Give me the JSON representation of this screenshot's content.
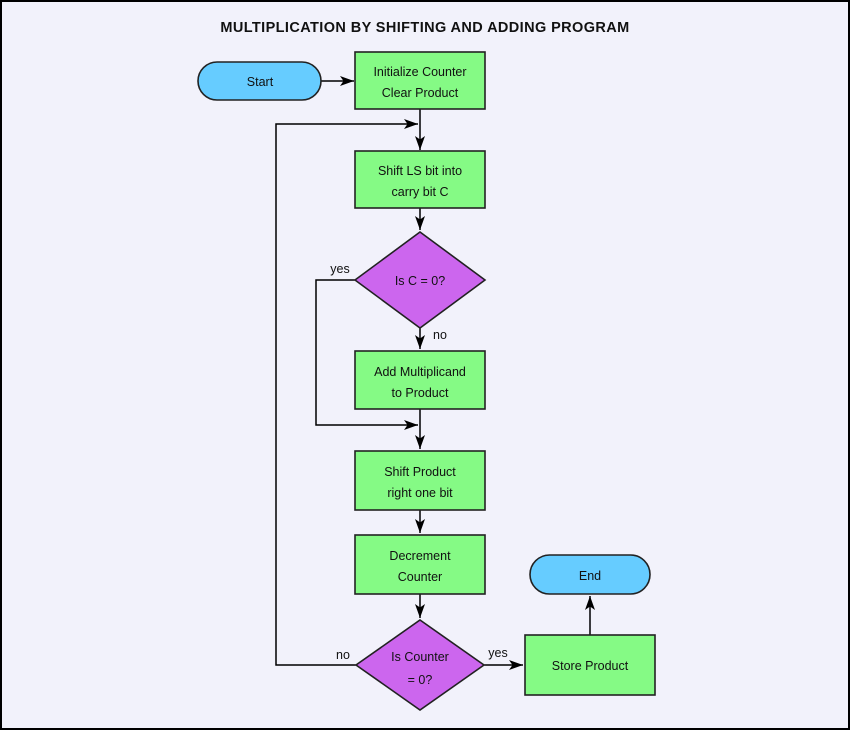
{
  "title": "MULTIPLICATION BY SHIFTING AND ADDING PROGRAM",
  "colors": {
    "background": "#F2F2FB",
    "border": "#000000",
    "process_fill": "#85FA85",
    "terminator_fill": "#66CCFF",
    "decision_fill": "#CC66EE",
    "line": "#000000"
  },
  "nodes": {
    "start": {
      "type": "terminator",
      "label": "Start"
    },
    "init": {
      "type": "process",
      "lines": [
        "Initialize Counter",
        "Clear Product"
      ]
    },
    "shift_ls": {
      "type": "process",
      "lines": [
        "Shift LS bit into",
        "carry bit C"
      ]
    },
    "is_c_zero": {
      "type": "decision",
      "label": "Is C = 0?"
    },
    "add_multiplicand": {
      "type": "process",
      "lines": [
        "Add Multiplicand",
        "to Product"
      ]
    },
    "shift_product": {
      "type": "process",
      "lines": [
        "Shift Product",
        "right one bit"
      ]
    },
    "decrement": {
      "type": "process",
      "lines": [
        "Decrement",
        "Counter"
      ]
    },
    "is_counter_zero": {
      "type": "decision",
      "lines": [
        "Is Counter",
        "= 0?"
      ]
    },
    "store_product": {
      "type": "process",
      "label": "Store Product"
    },
    "end": {
      "type": "terminator",
      "label": "End"
    }
  },
  "edge_labels": {
    "c_zero_yes": "yes",
    "c_zero_no": "no",
    "counter_zero_no": "no",
    "counter_zero_yes": "yes"
  }
}
